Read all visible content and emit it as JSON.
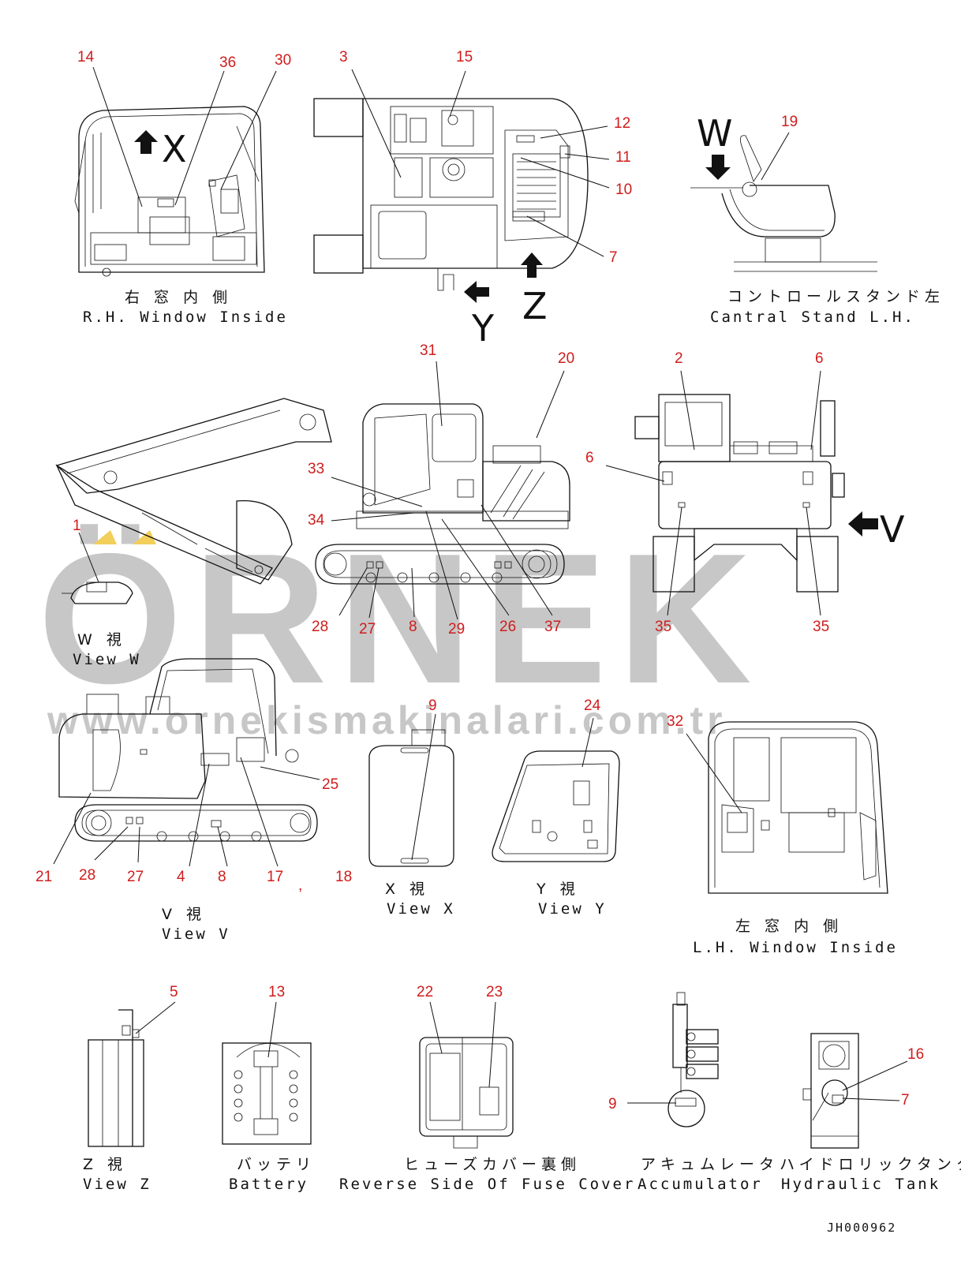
{
  "drawing_code": "JH000962",
  "watermark": {
    "brand": "ÖRNEK",
    "url": "www.ornekismakinalari.com.tr"
  },
  "arrows": {
    "x": "X",
    "y": "Y",
    "z": "Z",
    "w": "W",
    "v": "V"
  },
  "views": {
    "rh_window": {
      "jp": "右 窓 内 側",
      "en": "R.H. Window Inside"
    },
    "control_stand": {
      "jp": "コントロールスタンド左",
      "en": "Cantral Stand L.H."
    },
    "view_w": {
      "jp": "W 視",
      "en": "View W"
    },
    "view_v": {
      "jp": "V 視",
      "en": "View V"
    },
    "view_x": {
      "jp": "X 視",
      "en": "View X"
    },
    "view_y": {
      "jp": "Y 視",
      "en": "View Y"
    },
    "lh_window": {
      "jp": "左 窓 内 側",
      "en": "L.H. Window Inside"
    },
    "view_z": {
      "jp": "Z 視",
      "en": "View Z"
    },
    "battery": {
      "jp": "バッテリ",
      "en": "Battery"
    },
    "fuse_cover": {
      "jp": "ヒューズカバー裏側",
      "en": "Reverse Side Of Fuse Cover"
    },
    "accumulator": {
      "jp": "アキュムレータ",
      "en": "Accumulator"
    },
    "hydraulic_tank": {
      "jp": "ハイドロリックタンク",
      "en": "Hydraulic Tank"
    }
  },
  "callouts": [
    "14",
    "36",
    "30",
    "3",
    "15",
    "12",
    "11",
    "10",
    "7",
    "19",
    "31",
    "20",
    "2",
    "6",
    "6",
    "33",
    "34",
    "1",
    "28",
    "27",
    "8",
    "29",
    "26",
    "37",
    "35",
    "35",
    "9",
    "24",
    "32",
    "25",
    "21",
    "28",
    "27",
    "4",
    "8",
    "17",
    "18",
    "5",
    "13",
    "22",
    "23",
    "9",
    "16",
    "7"
  ],
  "stray_mark": ","
}
